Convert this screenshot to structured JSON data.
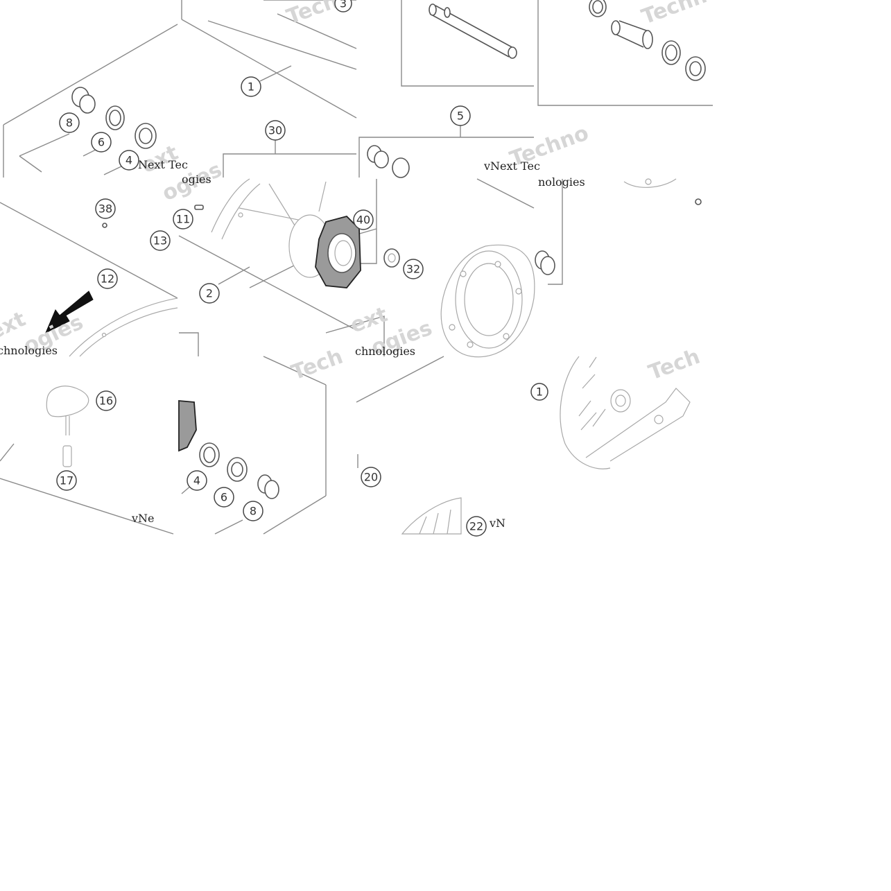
{
  "callouts": [
    "1",
    "2",
    "4",
    "5",
    "6",
    "8",
    "11",
    "12",
    "13",
    "16",
    "17",
    "20",
    "22",
    "30",
    "32",
    "38",
    "40",
    "4",
    "6",
    "8",
    "1",
    "3"
  ],
  "watermarks": {
    "brand_line_a": "vNext Tec",
    "brand_line_b": "vNext Tec",
    "brand_line_c": "vNe",
    "brand_line_d": "vN",
    "fragment_a": "hnologies",
    "fragment_b": "nologies",
    "fragment_c": "chnologies",
    "fragment_d": "Techno",
    "fragment_e": "Techno",
    "fragment_f": "Tech",
    "fragment_g": "Tech",
    "fragment_h": "ext",
    "fragment_i": "ext",
    "fragment_j": "ogies",
    "fragment_k": "ogies",
    "fragment_l": "vNext"
  }
}
